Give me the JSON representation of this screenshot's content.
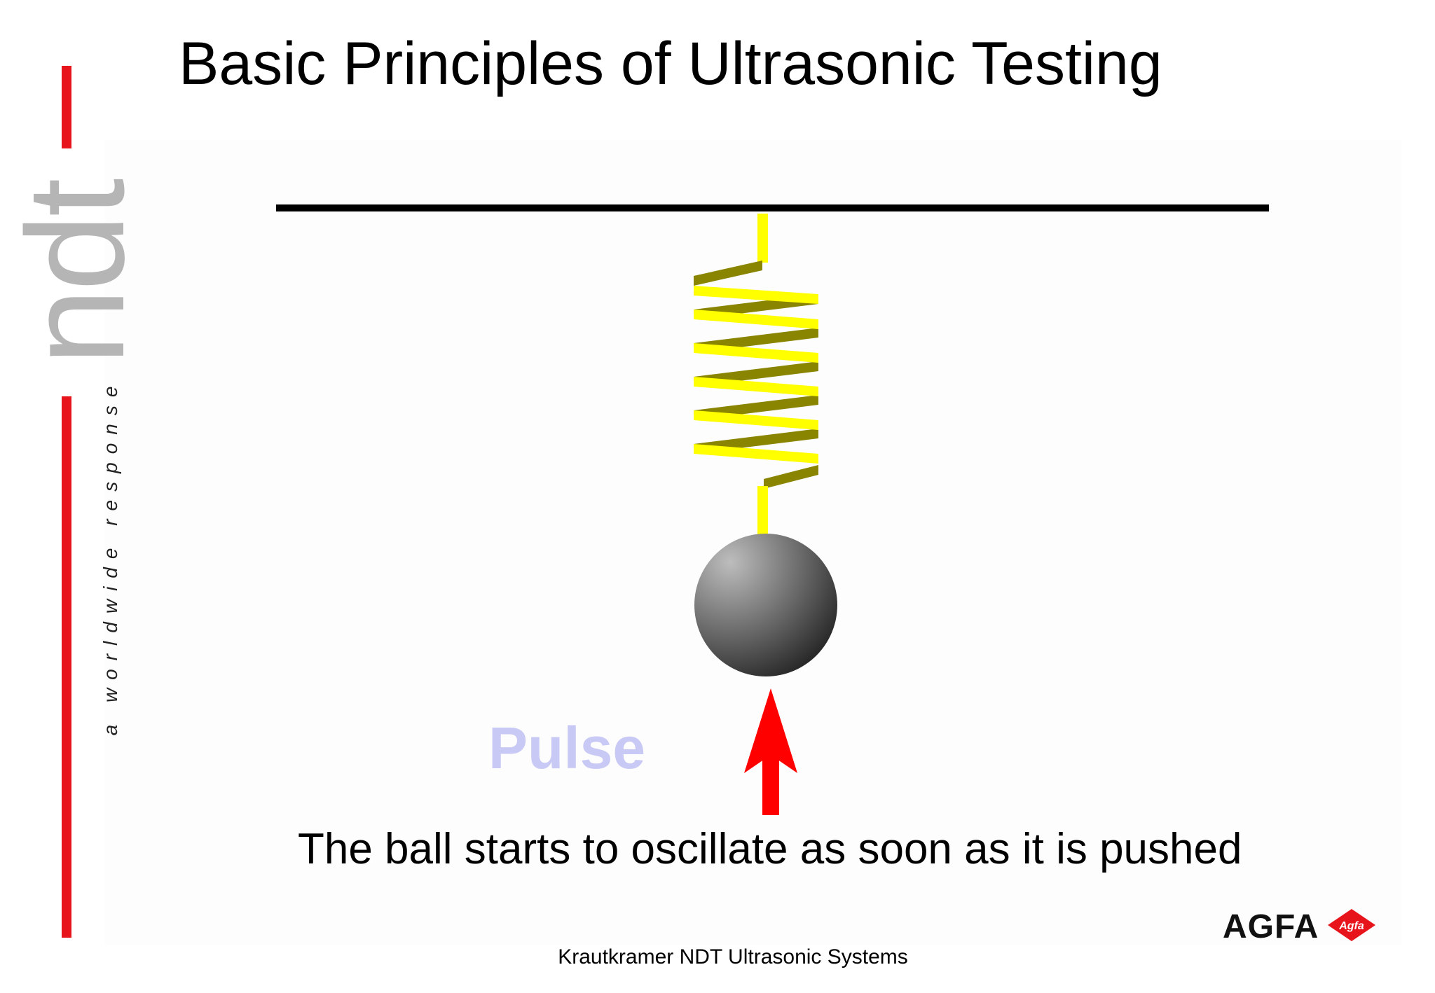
{
  "title": "Basic Principles of Ultrasonic Testing",
  "branding": {
    "logo_text": "ndt",
    "tagline": "a worldwide response",
    "accent_color": "#e8141b",
    "logo_color": "#b5b5b5"
  },
  "diagram": {
    "spring_color": "#ffff00",
    "spring_shadow_color": "#8a8500",
    "ball_color": "#555555",
    "arrow_color": "#ff0000",
    "pulse_label": "Pulse",
    "pulse_color": "#c9c9f5"
  },
  "caption": "The ball starts to oscillate as soon as it is pushed",
  "footer": "Krautkramer NDT Ultrasonic Systems",
  "agfa": {
    "wordmark": "AGFA",
    "badge_text": "Agfa"
  }
}
